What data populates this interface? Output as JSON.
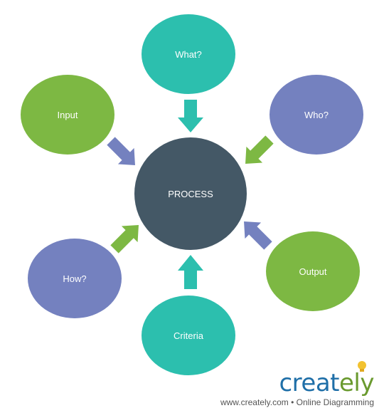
{
  "diagram": {
    "center": {
      "label": "PROCESS"
    },
    "nodes": [
      {
        "id": "what",
        "label": "What?"
      },
      {
        "id": "who",
        "label": "Who?"
      },
      {
        "id": "output",
        "label": "Output"
      },
      {
        "id": "criteria",
        "label": "Criteria"
      },
      {
        "id": "how",
        "label": "How?"
      },
      {
        "id": "input",
        "label": "Input"
      }
    ]
  },
  "colors": {
    "teal": "#2cbfae",
    "green": "#7db843",
    "purple": "#7481bf",
    "center": "#445866",
    "text": "#ffffff"
  },
  "branding": {
    "logo": "creately",
    "footer": "www.creately.com • Online Diagramming"
  }
}
